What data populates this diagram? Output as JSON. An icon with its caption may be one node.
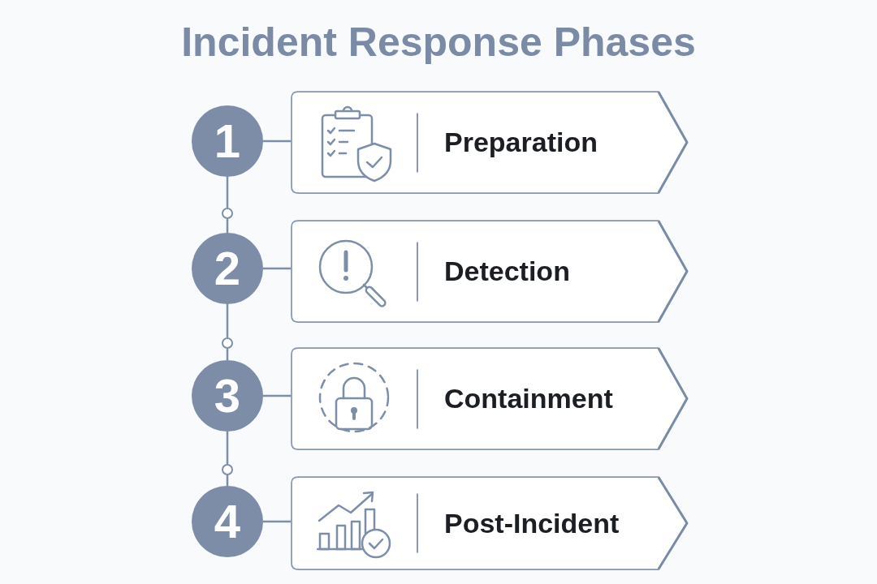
{
  "diagram": {
    "title": "Incident Response Phases",
    "nodes": [
      {
        "text": [
          "1"
        ]
      },
      {
        "text": [
          "Preparation"
        ]
      },
      {
        "text": [],
        "shape": "circle"
      },
      {
        "text": [
          "2"
        ]
      },
      {
        "text": [
          "Detection"
        ]
      },
      {
        "text": [],
        "shape": "circle"
      },
      {
        "text": [
          "3"
        ]
      },
      {
        "text": [
          "Containment"
        ]
      },
      {
        "text": [],
        "shape": "circle"
      },
      {
        "text": [
          "4"
        ]
      },
      {
        "text": [
          "Post-Incident"
        ]
      }
    ],
    "edges": [
      {
        "from": 0,
        "to": 1,
        "arrow": "none"
      },
      {
        "from": 0,
        "to": 2,
        "arrow": "none"
      },
      {
        "from": 2,
        "to": 3,
        "arrow": "none"
      },
      {
        "from": 3,
        "to": 4,
        "arrow": "none"
      },
      {
        "from": 3,
        "to": 5,
        "arrow": "none"
      },
      {
        "from": 5,
        "to": 6,
        "arrow": "none"
      },
      {
        "from": 6,
        "to": 7,
        "arrow": "none"
      },
      {
        "from": 6,
        "to": 8,
        "arrow": "none"
      },
      {
        "from": 8,
        "to": 9,
        "arrow": "none"
      },
      {
        "from": 9,
        "to": 10,
        "arrow": "none"
      }
    ]
  }
}
